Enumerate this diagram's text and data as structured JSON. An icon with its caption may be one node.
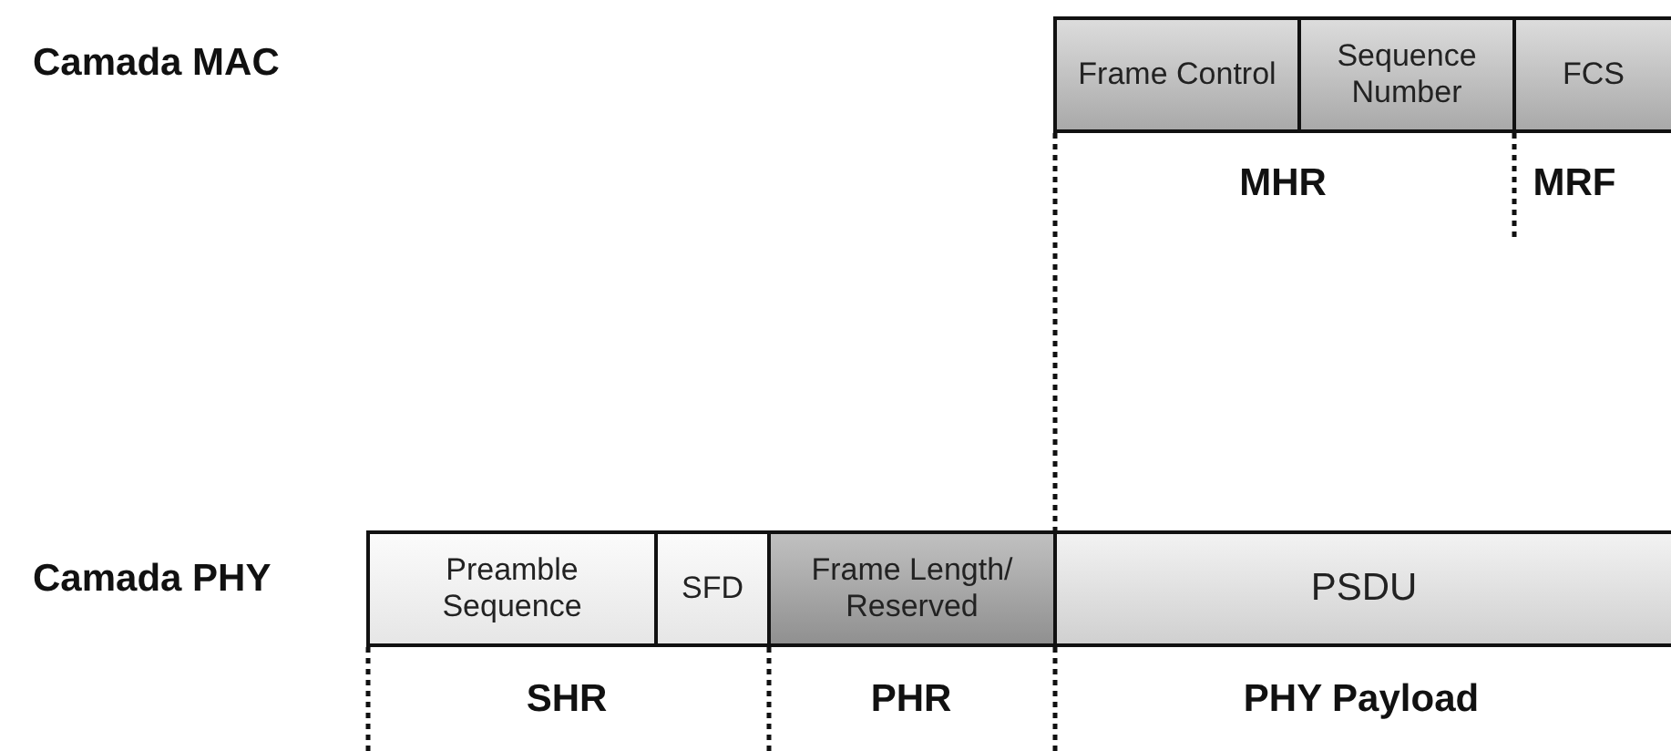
{
  "diagram": {
    "nodes": [
      {
        "text": [
          "Frame Control"
        ]
      },
      {
        "text": [
          "Sequence Number"
        ]
      },
      {
        "text": [
          "FCS"
        ]
      },
      {
        "text": [
          "Preamble Sequence"
        ]
      },
      {
        "text": [
          "SFD"
        ]
      },
      {
        "text": [
          "Frame Length/ Reserved"
        ]
      },
      {
        "text": [
          "PSDU"
        ]
      }
    ],
    "labels": [
      "Camada MAC",
      "MHR",
      "MRF",
      "Camada PHY",
      "SHR",
      "PHR",
      "PHY Payload"
    ]
  }
}
